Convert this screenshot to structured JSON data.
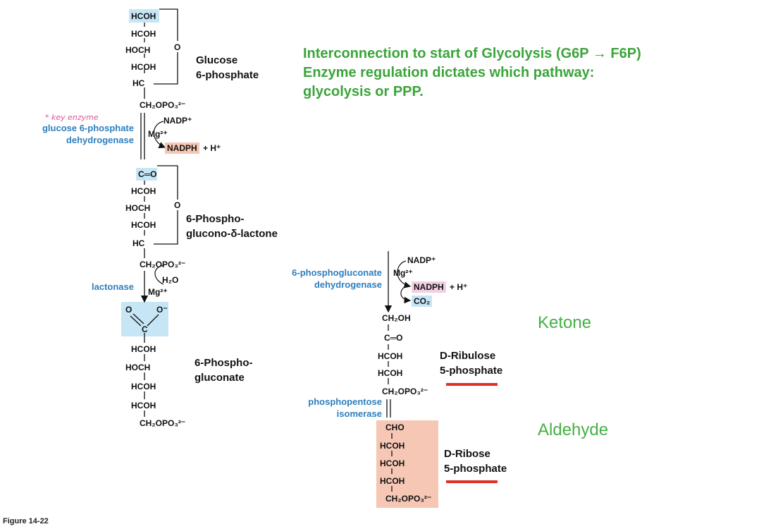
{
  "title_lines": [
    "Interconnection to start of Glycolysis (G6P → F6P)",
    "Enzyme regulation dictates which pathway:",
    "glycolysis or PPP."
  ],
  "g6p": {
    "atoms": [
      "HCOH",
      "HCOH",
      "HOCH",
      "HCOH",
      "HC",
      "CH₂OPO₃²⁻"
    ],
    "ring_o": "O",
    "name": [
      "Glucose",
      "6-phosphate"
    ]
  },
  "step1": {
    "handwritten_note": "* key enzyme",
    "enzyme": [
      "glucose 6-phosphate",
      "dehydrogenase"
    ],
    "cofactor_in": "NADP⁺",
    "metal": "Mg²⁺",
    "product_hl": "NADPH",
    "product_rest": "+ H⁺"
  },
  "lactone": {
    "atoms": [
      "C═O",
      "HCOH",
      "HOCH",
      "HCOH",
      "HC",
      "CH₂OPO₃²⁻"
    ],
    "ring_o": "O",
    "name": [
      "6-Phospho-",
      "glucono-δ-lactone"
    ]
  },
  "step2": {
    "enzyme": "lactonase",
    "reagent": "H₂O",
    "metal": "Mg²⁺"
  },
  "gluconate": {
    "carboxyl_o1": "O",
    "carboxyl_o2": "O⁻",
    "carboxyl_c": "C",
    "atoms": [
      "HCOH",
      "HOCH",
      "HCOH",
      "HCOH",
      "CH₂OPO₃²⁻"
    ],
    "name": [
      "6-Phospho-",
      "gluconate"
    ]
  },
  "step3": {
    "enzyme": [
      "6-phosphogluconate",
      "dehydrogenase"
    ],
    "cofactor_in": "NADP⁺",
    "metal": "Mg²⁺",
    "product_hl": "NADPH",
    "product_rest": "+ H⁺",
    "co2": "CO₂"
  },
  "ribulose": {
    "atoms": [
      "CH₂OH",
      "C═O",
      "HCOH",
      "HCOH",
      "CH₂OPO₃²⁻"
    ],
    "name": [
      "D-Ribulose",
      "5-phosphate"
    ],
    "label": "Ketone"
  },
  "step4": {
    "enzyme": [
      "phosphopentose",
      "isomerase"
    ]
  },
  "ribose": {
    "atoms": [
      "CHO",
      "HCOH",
      "HCOH",
      "HCOH",
      "CH₂OPO₃²⁻"
    ],
    "name": [
      "D-Ribose",
      "5-phosphate"
    ],
    "label": "Aldehyde"
  },
  "colors": {
    "green_text": "#3aa53a",
    "enzyme_blue": "#2e7fbf",
    "highlight_blue": "#c6e6f6",
    "highlight_orange": "#f6c7b4",
    "highlight_pink": "#f3cfe3",
    "underline_red": "#e0302a",
    "note_pink": "#e0559a"
  },
  "figure_label": "Figure 14-22"
}
